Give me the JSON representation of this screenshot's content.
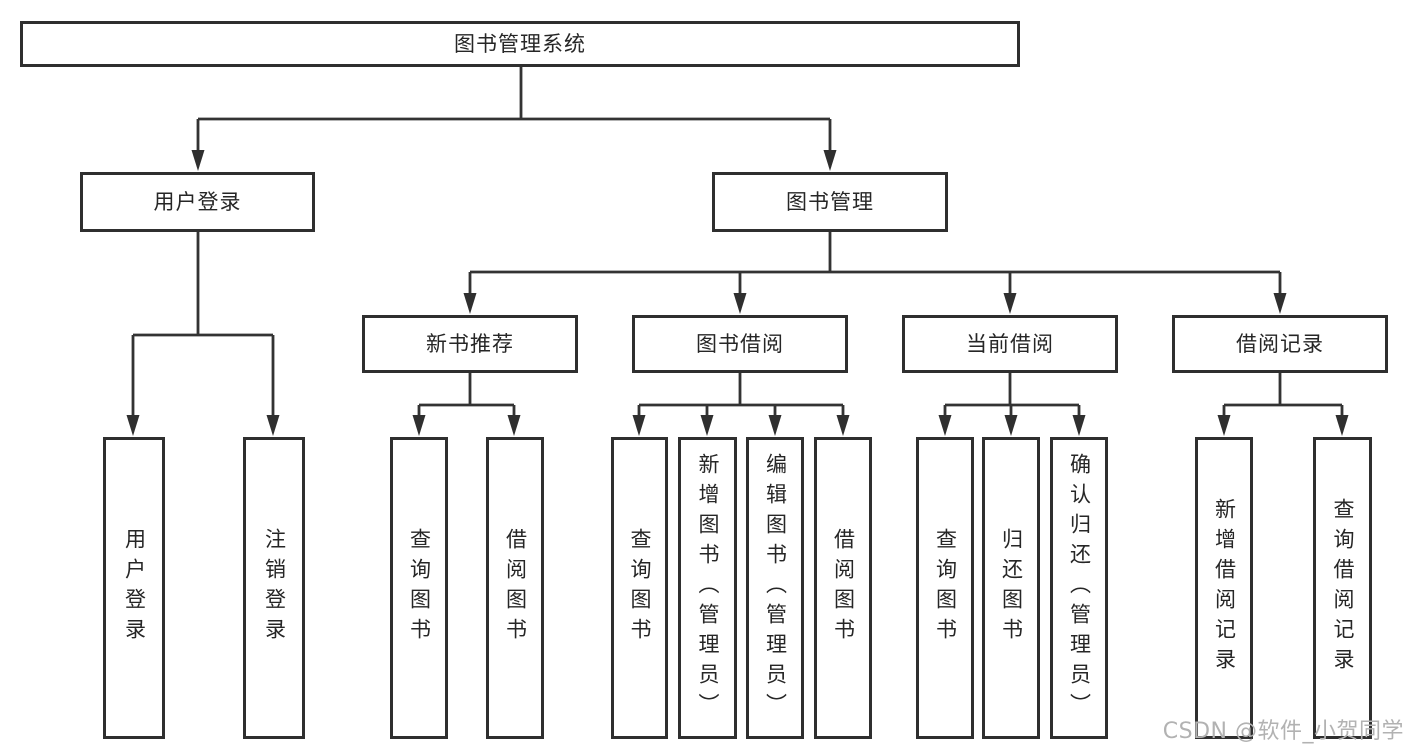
{
  "diagram": {
    "root": {
      "label": "图书管理系统"
    },
    "level2": [
      {
        "label": "用户登录"
      },
      {
        "label": "图书管理"
      }
    ],
    "level3": [
      {
        "label": "新书推荐"
      },
      {
        "label": "图书借阅"
      },
      {
        "label": "当前借阅"
      },
      {
        "label": "借阅记录"
      }
    ],
    "leaves": {
      "user_login": [
        "用户登录",
        "注销登录"
      ],
      "new_books": [
        "查询图书",
        "借阅图书"
      ],
      "book_borrowing": [
        "查询图书",
        "新增图书（管理员）",
        "编辑图书（管理员）",
        "借阅图书"
      ],
      "current_borrowing": [
        "查询图书",
        "归还图书",
        "确认归还（管理员）"
      ],
      "borrowing_records": [
        "新增借阅记录",
        "查询借阅记录"
      ]
    },
    "watermark": {
      "text": "CSDN @软件_小贺同学"
    },
    "colors": {
      "line": "#333333",
      "box_border": "#2f2f2f",
      "text": "#262626",
      "background": "#ffffff",
      "watermark": "#b2b2b2"
    }
  }
}
